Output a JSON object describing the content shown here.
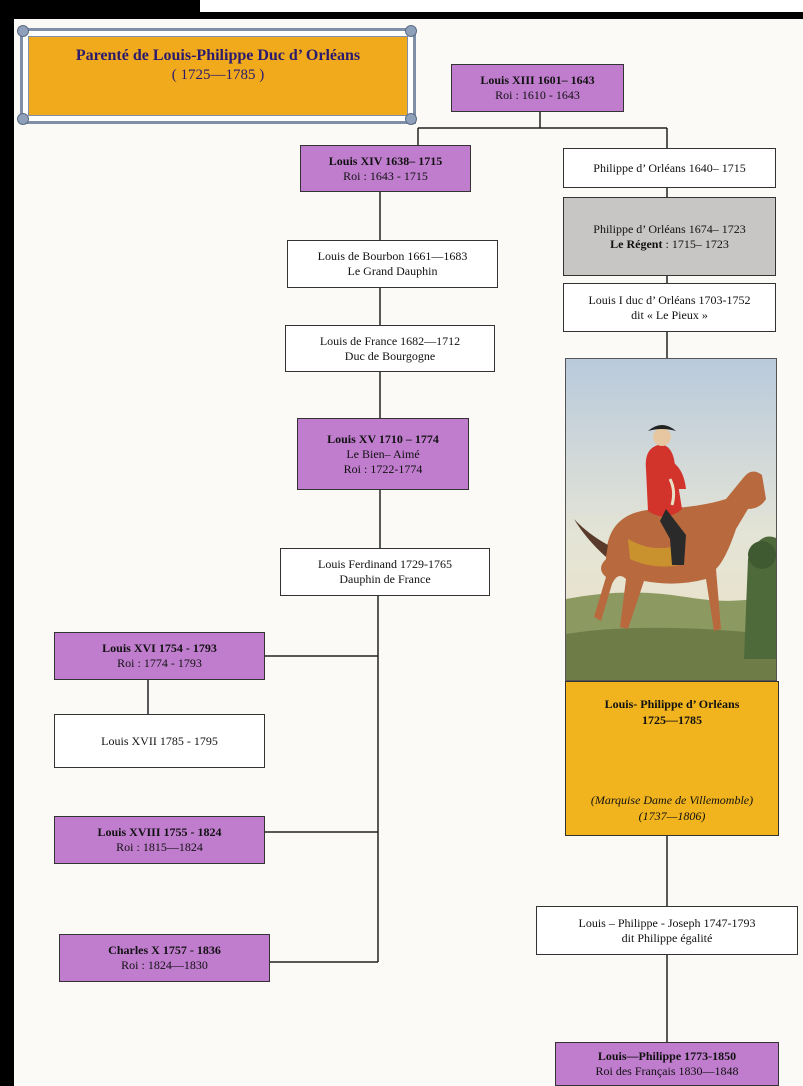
{
  "title": {
    "main": "Parenté de Louis-Philippe Duc d’ Orléans",
    "years": "( 1725—1785 )"
  },
  "persons": {
    "louis13": {
      "line1": "Louis XIII 1601– 1643",
      "line2": "Roi : 1610 - 1643"
    },
    "louis14": {
      "line1": "Louis XIV 1638– 1715",
      "line2": "Roi : 1643 - 1715"
    },
    "philippe1640": {
      "line1": "Philippe d’ Orléans 1640– 1715"
    },
    "philippe1674": {
      "line1": "Philippe d’ Orléans 1674– 1723",
      "line2_bold": "Le Régent",
      "line2_rest": " : 1715– 1723"
    },
    "grand_dauphin": {
      "line1": "Louis de Bourbon  1661—1683",
      "line2": "Le Grand Dauphin"
    },
    "louis1703": {
      "line1": "Louis I duc d’ Orléans 1703-1752",
      "line2": "dit « Le Pieux »"
    },
    "duc_bourgogne": {
      "line1": "Louis de France  1682—1712",
      "line2": "Duc de Bourgogne"
    },
    "louis15": {
      "line1": "Louis XV 1710 – 1774",
      "line2": "Le Bien– Aimé",
      "line3": "Roi : 1722-1774"
    },
    "louis_ferdinand": {
      "line1": "Louis Ferdinand 1729-1765",
      "line2": "Dauphin de France"
    },
    "louis16": {
      "line1": "Louis XVI  1754 - 1793",
      "line2": "Roi : 1774 - 1793"
    },
    "louis17": {
      "line1": "Louis  XVII   1785 -  1795"
    },
    "louis18": {
      "line1": "Louis XVIII  1755 -  1824",
      "line2": "Roi : 1815—1824"
    },
    "charles10": {
      "line1": "Charles X   1757 -  1836",
      "line2": "Roi : 1824—1830"
    },
    "louis_philippe": {
      "line1": "Louis- Philippe d’ Orléans",
      "line2": "1725—1785",
      "spouse1": "(Marquise Dame de Villemomble)",
      "spouse2": "(1737—1806)"
    },
    "egalite": {
      "line1": "Louis – Philippe - Joseph  1747-1793",
      "line2": "dit Philippe égalité"
    },
    "lp_roi": {
      "line1": "Louis—Philippe 1773-1850",
      "line2": "Roi des Français 1830—1848"
    }
  },
  "colors": {
    "king": "#c07dce",
    "regent": "#c8c6c4",
    "subject": "#f1b41e",
    "title_bg": "#f0aa1c"
  },
  "portrait": {
    "icon": "equestrian-portrait"
  }
}
